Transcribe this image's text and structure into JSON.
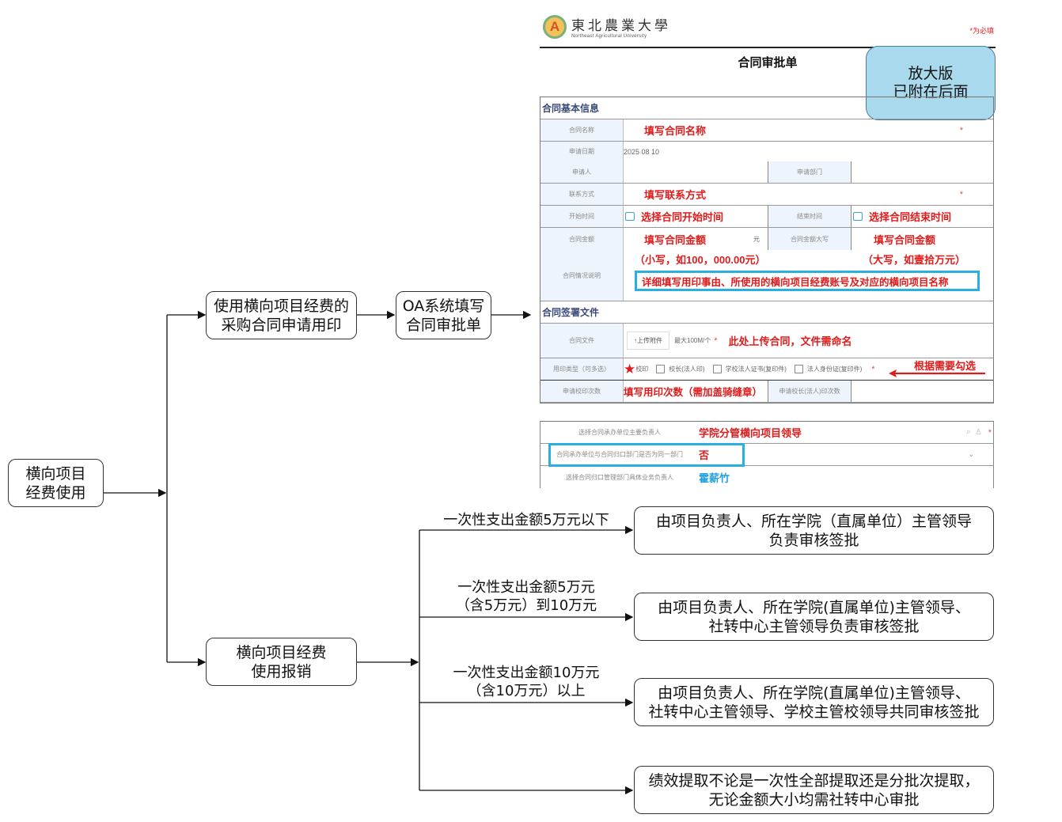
{
  "flow": {
    "root": "横向项目\n经费使用",
    "branch_seal": "使用横向项目经费的\n采购合同申请用印",
    "oa_form": "OA系统填写\n合同审批单",
    "branch_reimburse": "横向项目经费\n使用报销",
    "conditions": [
      "一次性支出金额5万元以下",
      "一次性支出金额5万元\n（含5万元）到10万元",
      "一次性支出金额10万元\n（含10万元）以上"
    ],
    "approvals": [
      "由项目负责人、所在学院（直属单位）主管领导\n负责审核签批",
      "由项目负责人、所在学院(直属单位)主管领导、\n社转中心主管领导负责审核签批",
      "由项目负责人、所在学院(直属单位)主管领导、\n社转中心主管领导、学校主管校领导共同审核签批",
      "绩效提取不论是一次性全部提取还是分批次提取，\n无论金额大小均需社转中心审批"
    ]
  },
  "form": {
    "logo_cn": "東北農業大學",
    "logo_en": "Northeast Agricultural University",
    "logo_letter": "A",
    "required_note": "*为必填",
    "title": "合同审批单",
    "callout": "放大版\n已附在后面",
    "section_basic": "合同基本信息",
    "section_docs": "合同签署文件",
    "labels": {
      "name": "合同名称",
      "apply_date": "申请日期",
      "applicant": "申请人",
      "dept": "申请部门",
      "contact": "联系方式",
      "start": "开始时间",
      "end": "结束时间",
      "amount": "合同金额",
      "amount_upper": "合同金额大写",
      "desc": "合同情况说明",
      "file": "合同文件",
      "seal_type": "用印类型（可多选）",
      "seal_count": "申请校印次数",
      "president_count": "申请校长(法人)印次数",
      "unit_leader": "选择合同承办单位主要负责人",
      "same_dept": "合同承办单位与合同归口部门是否为同一部门",
      "mgr_leader": "选择合同归口管理部门具体业务负责人"
    },
    "values": {
      "name": "填写合同名称",
      "apply_date": "2025 08 10",
      "contact": "填写联系方式",
      "start": "选择合同开始时间",
      "end": "选择合同结束时间",
      "amount": "填写合同金额",
      "amount_unit": "元",
      "amount_hint": "（小写，如100，000.00元）",
      "amount_upper": "填写合同金额",
      "amount_upper_hint": "（大写，如壹拾万元）",
      "desc": "详细填写用印事由、所使用的横向项目经费账号及对应的横向项目名称",
      "upload_button": "↑上传附件",
      "file_limit": "最大100M/个",
      "file_note": "此处上传合同，文件需命名",
      "seal_options": [
        "校印",
        "校长(法人印)",
        "学校法人证书(复印件)",
        "法人身份证(复印件)"
      ],
      "seal_note": "根据需要勾选",
      "seal_count": "填写用印次数（需加盖骑缝章）",
      "unit_leader": "学院分管横向项目领导",
      "same_dept": "否",
      "mgr_leader": "霍薪竹"
    },
    "required_mark": "*"
  }
}
